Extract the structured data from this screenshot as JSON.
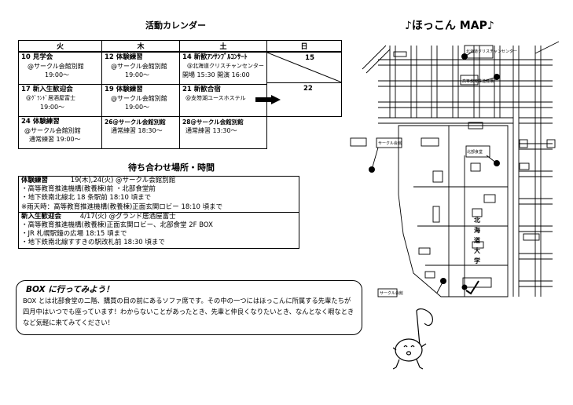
{
  "calendar": {
    "title": "活動カレンダー",
    "days": [
      "火",
      "木",
      "土",
      "日"
    ],
    "weeks": [
      [
        {
          "date": "10 見学会",
          "lines": [
            "@サークル会館別館",
            "19:00～"
          ]
        },
        {
          "date": "12 体験練習",
          "lines": [
            "@サークル会館別館",
            "19:00～"
          ]
        },
        {
          "date": "14 新歓ｱﾝｻﾝﾌﾞﾙｺﾝｻｰﾄ",
          "lines": [
            "@北海道クリスチャンセンター",
            "開場 15:30  開演 16:00"
          ]
        },
        {
          "date": "15",
          "lines": []
        }
      ],
      [
        {
          "date": "17 新入生歓迎会",
          "lines": [
            "@ｸﾞﾗﾝﾄﾞ居酒屋富士",
            "19:00～"
          ]
        },
        {
          "date": "19 体験練習",
          "lines": [
            "@サークル会館別館",
            "19:00～"
          ]
        },
        {
          "date": "21 新歓合宿",
          "lines": [
            "@支笏湖ユースホステル"
          ]
        },
        {
          "date": "22",
          "lines": []
        }
      ],
      [
        {
          "date": "24 体験練習",
          "lines": [
            "@サークル会館別館",
            "通常練習 19:00～"
          ]
        },
        {
          "date": "26@サークル会館別館",
          "lines": [
            "通常練習 18:30～"
          ]
        },
        {
          "date": "28@サークル会館別館",
          "lines": [
            "通常練習 13:30～"
          ]
        },
        {
          "date": "",
          "lines": []
        }
      ]
    ]
  },
  "meeting": {
    "title": "待ち合わせ場所・時間",
    "taiken_head": "体験練習",
    "taiken_when": "19(木),24(火) @サークル会館別館",
    "taiken_lines": [
      "・高等教育推進機構(教養棟)前  ・北部食堂前",
      "・地下鉄南北線北 18 条駅前   18:10 頃まで"
    ],
    "rain": "※雨天時：高等教育推進機構(教養棟)正面玄関ロビー  18:10 頃まで",
    "shinnyu_head": "新入生歓迎会",
    "shinnyu_when": "4/17(火) @グランド居酒屋富士",
    "shinnyu_lines": [
      "・高等教育推進機構(教養棟)正面玄関ロビー、北部食堂 2F BOX",
      "・JR 札幌駅鐘の広場  18:15 頃まで",
      "・地下鉄南北線すすきの駅改札前  18:30 頃まで"
    ]
  },
  "box": {
    "title": "BOX に行ってみよう！",
    "body": "BOX とは北部食堂の二階、購買の目の前にあるソファ席です。その中の一つにはほっこんに所属する先輩たちが四月中はいつでも座っています！わからないことがあったとき、先輩と仲良くなりたいとき、なんとなく暇なときなど気軽に来てみてください！"
  },
  "map": {
    "title": "♪ほっこん MAP♪",
    "labels": {
      "christian": "北海道クリスチャンセンター",
      "kyoyo": "高等教育推進機構",
      "hokubu": "北部食堂",
      "circle_top": "サークル会館",
      "circle_bottom": "サークル会館",
      "vertical": [
        "北",
        "海",
        "道",
        "大",
        "学"
      ]
    }
  }
}
